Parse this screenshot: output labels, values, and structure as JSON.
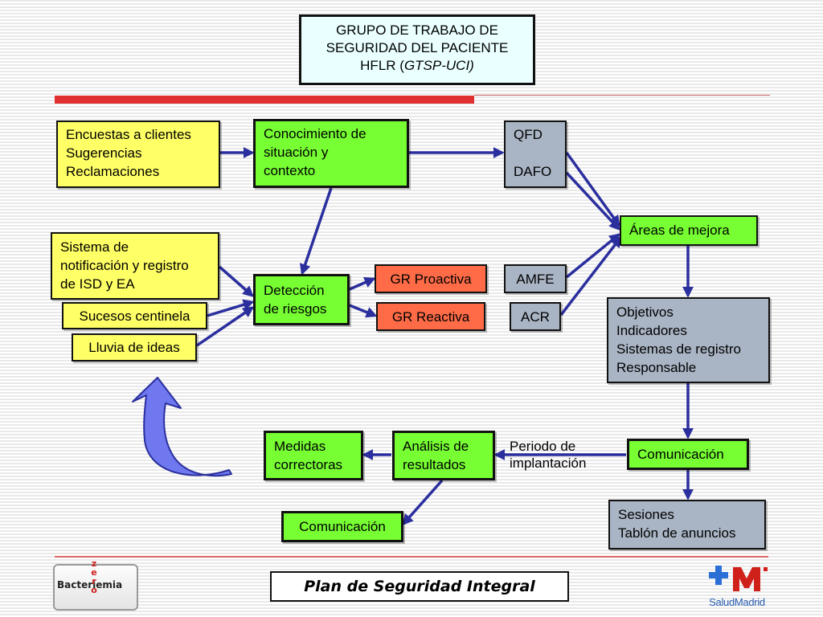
{
  "header": {
    "title_line1": "GRUPO DE TRABAJO DE",
    "title_line2": "SEGURIDAD DEL PACIENTE",
    "title_line3_prefix": "HFLR (",
    "title_line3_italic": "GTSP-UCI)"
  },
  "nodes": {
    "encuestas": "Encuestas a clientes\nSugerencias\nReclamaciones",
    "conocimiento": "Conocimiento de\nsituación y\ncontexto",
    "qfd_dafo": "QFD\n\nDAFO",
    "areas": "Áreas de mejora",
    "sistema": "Sistema de\nnotificación y registro\nde ISD y EA",
    "sucesos": "Sucesos centinela",
    "lluvia": "Lluvia de ideas",
    "deteccion": "Detección\nde riesgos",
    "gr_proactiva": "GR Proactiva",
    "gr_reactiva": "GR Reactiva",
    "amfe": "AMFE",
    "acr": "ACR",
    "objetivos": "Objetivos\nIndicadores\nSistemas de registro\nResponsable",
    "medidas": "Medidas\ncorrectoras",
    "analisis": "Análisis de\nresultados",
    "periodo": "Periodo de\nimplantación",
    "comunicacion_right": "Comunicación",
    "comunicacion_left": "Comunicación",
    "sesiones": "Sesiones\nTablón de anuncios"
  },
  "footer": {
    "plan_title": "Plan de Seguridad Integral",
    "logo_left_word": "Bacteriemia",
    "logo_left_zero": "z\ne\nr\no",
    "logo_right_text": "SaludMadrid"
  },
  "colors": {
    "yellow": "#ffff66",
    "green": "#77ff33",
    "gray": "#a9b4c4",
    "salmon": "#ff6b47",
    "arrow": "#2b2f9e",
    "curved_arrow": "#6f78ee",
    "accent_red": "#e03030"
  }
}
